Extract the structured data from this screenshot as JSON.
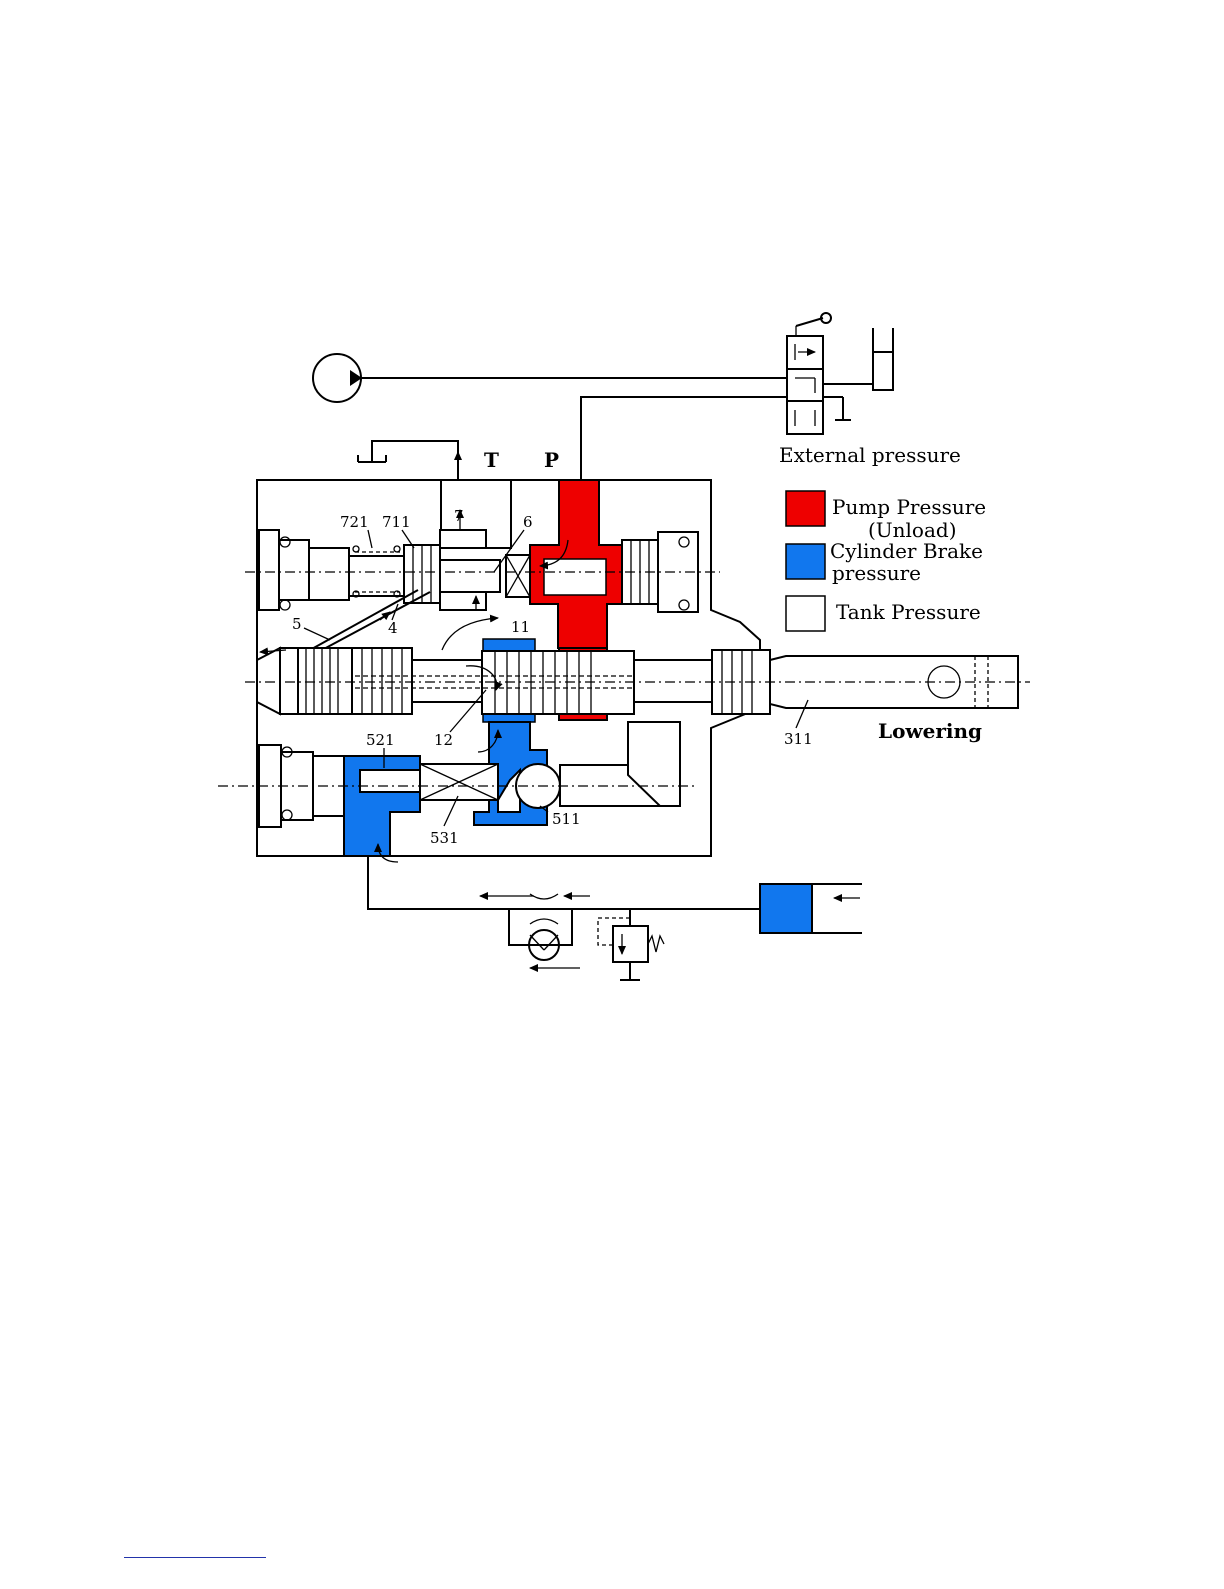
{
  "ports": {
    "tank": "T",
    "pressure": "P"
  },
  "external_label": "External pressure",
  "mode_label": "Lowering",
  "legend": [
    {
      "label_line1": "Pump Pressure",
      "label_line2": "(Unload)",
      "color": "#ee0000"
    },
    {
      "label_line1": "Cylinder Brake",
      "label_line2": "pressure",
      "color": "#1177ee"
    },
    {
      "label_line1": "Tank Pressure",
      "label_line2": "",
      "color": "#ffffff"
    }
  ],
  "part_numbers": {
    "p721": "721",
    "p711": "711",
    "p7": "7",
    "p6": "6",
    "p5": "5",
    "p4": "4",
    "p11": "11",
    "p521": "521",
    "p12": "12",
    "p311": "311",
    "p531": "531",
    "p511": "511"
  },
  "colors": {
    "pump": "#ee0000",
    "brake": "#1177ee",
    "tank": "#ffffff",
    "line": "#000000"
  }
}
